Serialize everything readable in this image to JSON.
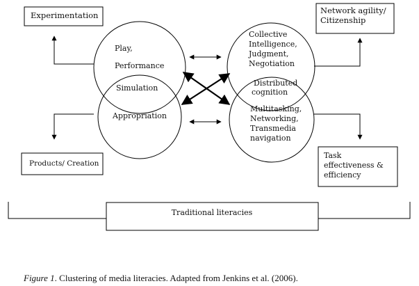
{
  "boxes": {
    "experimentation": "Experimentation",
    "network": [
      "Network agility/",
      "Citizenship"
    ],
    "products": "Products/ Creation",
    "task": [
      "Task",
      "effectiveness &",
      "efficiency"
    ],
    "traditional": "Traditional literacies"
  },
  "circles": {
    "left_top": [
      "Play,",
      "Performance"
    ],
    "left_overlap": "Simulation",
    "left_bottom": "Appropriation",
    "right_top": [
      "Collective",
      "Intelligence,",
      "Judgment,",
      "Negotiation"
    ],
    "right_overlap": [
      "Distributed",
      "cognition"
    ],
    "right_bottom": [
      "Multitasking,",
      "Networking,",
      "Transmedia",
      "navigation"
    ]
  },
  "caption": {
    "label": "Figure 1",
    "text": ". Clustering of media literacies. Adapted from Jenkins et al. (2006)."
  }
}
